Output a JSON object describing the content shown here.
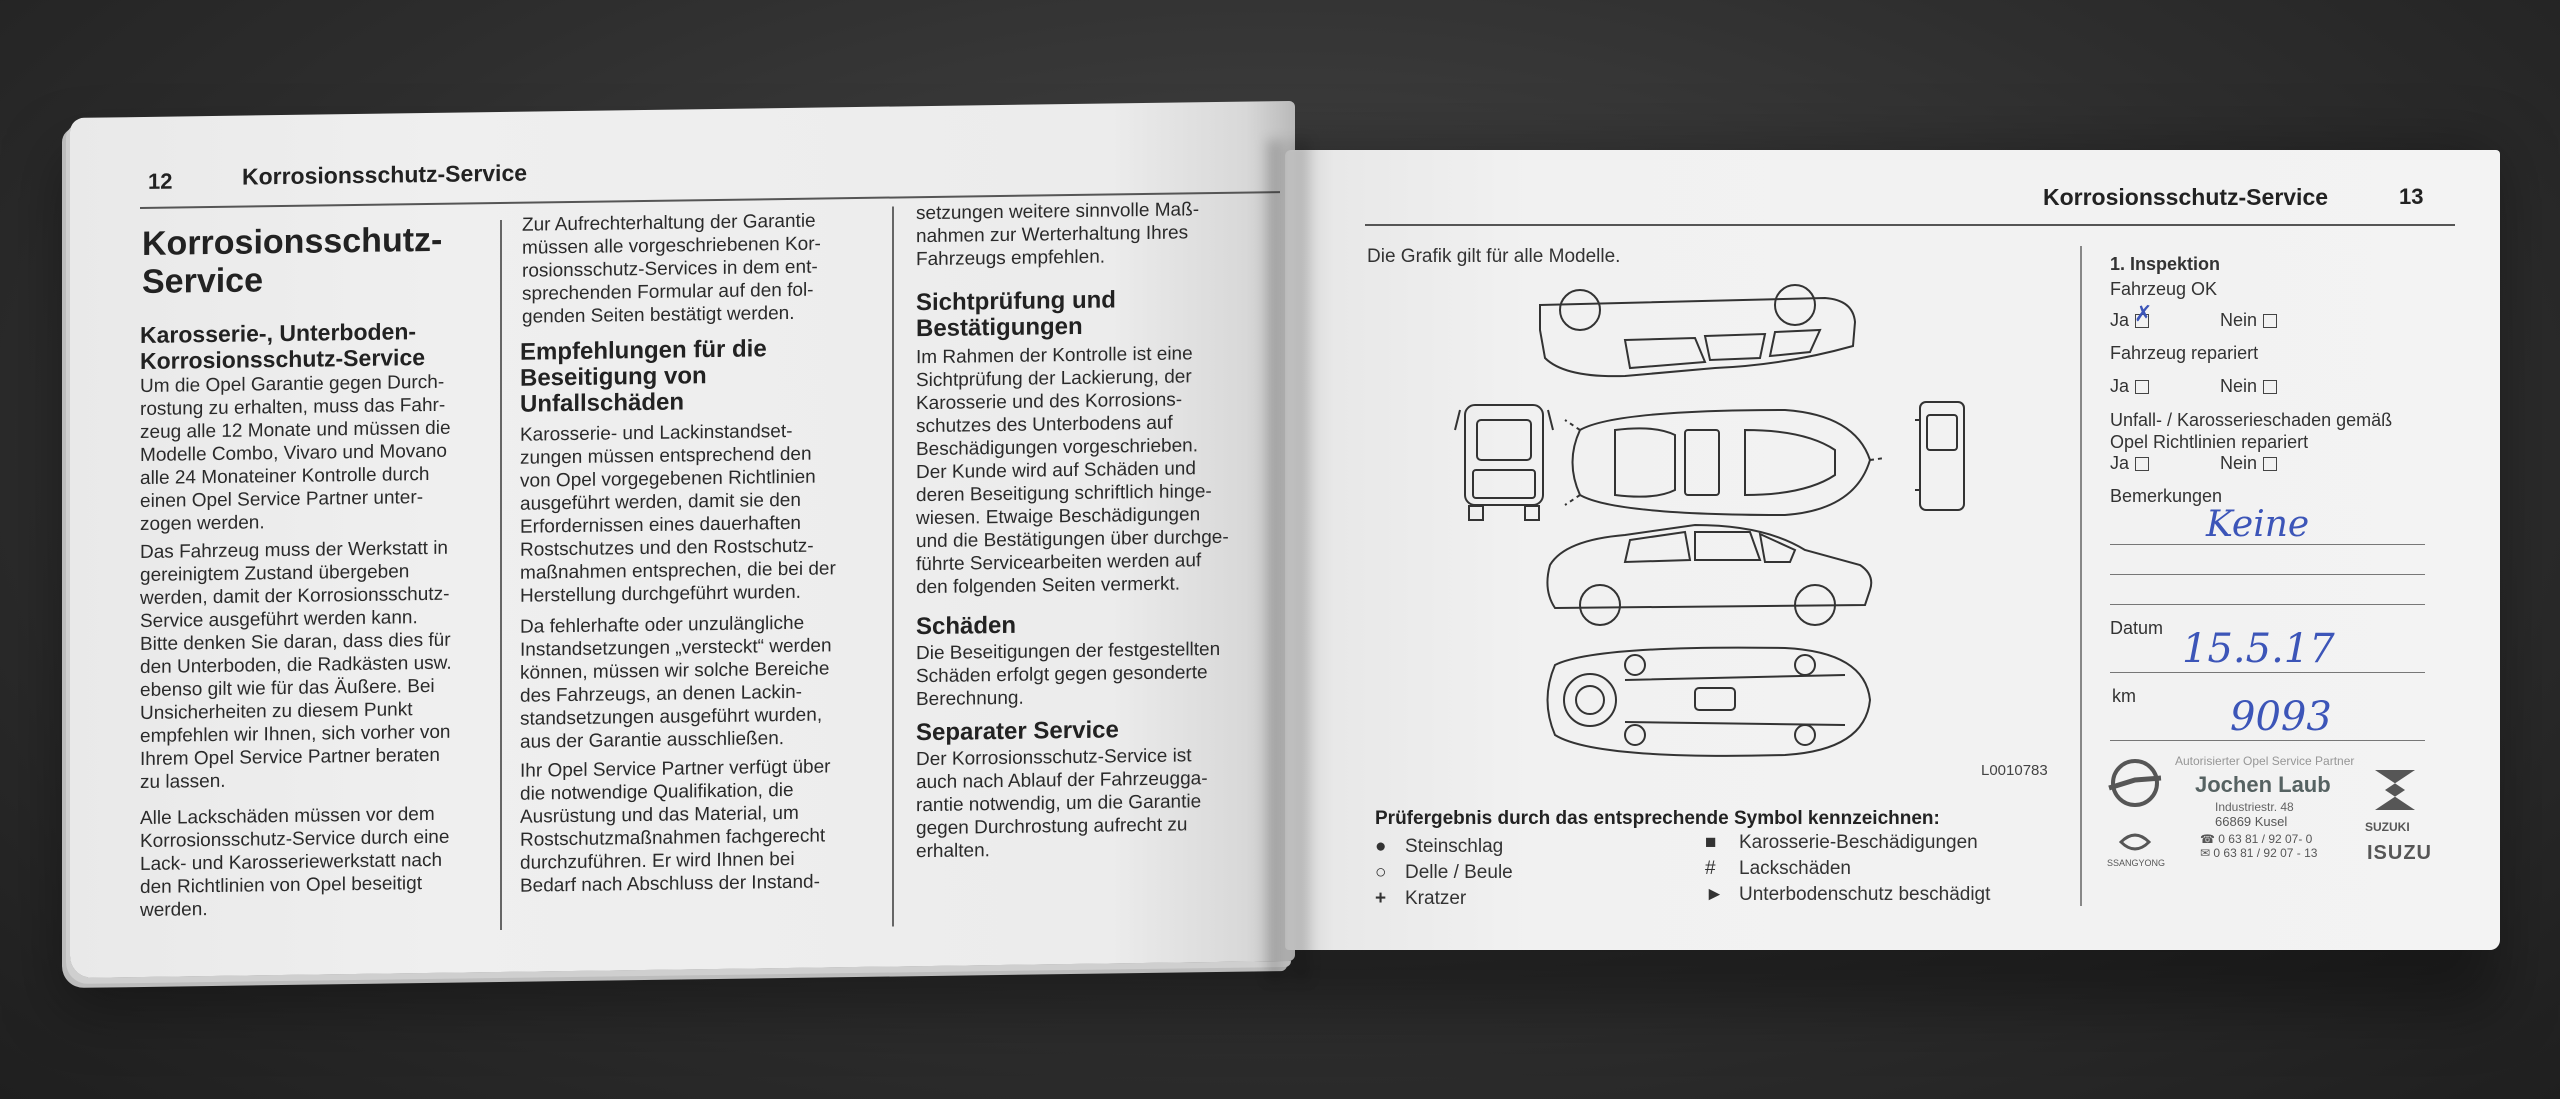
{
  "left_page": {
    "page_number": "12",
    "header": "Korrosionsschutz-Service",
    "title": "Korrosionsschutz-\nService",
    "col1": {
      "heading": "Karosserie-, Unterboden-\nKorrosionsschutz-Service",
      "p1": "Um die Opel Garantie gegen Durch-\nrostung zu erhalten, muss das Fahr-\nzeug alle 12 Monate und müssen die\nModelle Combo, Vivaro und Movano\nalle 24 Monateiner Kontrolle durch\neinen Opel Service Partner unter-\nzogen werden.",
      "p2": "Das Fahrzeug muss der Werkstatt in\ngereinigtem Zustand übergeben\nwerden, damit der Korrosionsschutz-\nService ausgeführt werden kann.\nBitte denken Sie daran, dass dies für\nden Unterboden, die Radkästen usw.\nebenso gilt wie für das Äußere. Bei\nUnsicherheiten zu diesem Punkt\nempfehlen wir Ihnen, sich vorher von\nIhrem Opel Service Partner beraten\nzu lassen.",
      "p3": "Alle Lackschäden müssen vor dem\nKorrosionsschutz-Service durch eine\nLack- und Karosseriewerkstatt nach\nden Richtlinien von Opel beseitigt\nwerden."
    },
    "col2": {
      "p1": "Zur Aufrechterhaltung der Garantie\nmüssen alle vorgeschriebenen Kor-\nrosionsschutz-Services in dem ent-\nsprechenden Formular auf den fol-\ngenden Seiten bestätigt werden.",
      "heading": "Empfehlungen für die\nBeseitigung von\nUnfallschäden",
      "p2": "Karosserie- und Lackinstandset-\nzungen müssen entsprechend den\nvon Opel vorgegebenen Richtlinien\nausgeführt werden, damit sie den\nErfordernissen eines dauerhaften\nRostschutzes und den Rostschutz-\nmaßnahmen entsprechen, die bei der\nHerstellung durchgeführt wurden.",
      "p3": "Da fehlerhafte oder unzulängliche\nInstandsetzungen „versteckt“ werden\nkönnen, müssen wir solche Bereiche\ndes Fahrzeugs, an denen Lackin-\nstandsetzungen ausgeführt wurden,\naus der Garantie ausschließen.",
      "p4": "Ihr Opel Service Partner verfügt über\ndie notwendige Qualifikation, die\nAusrüstung und das Material, um\nRostschutzmaßnahmen fachgerecht\ndurchzuführen. Er wird Ihnen bei\nBedarf nach Abschluss der Instand-"
    },
    "col3": {
      "p1": "setzungen weitere sinnvolle Maß-\nnahmen zur Werterhaltung Ihres\nFahrzeugs empfehlen.",
      "h1": "Sichtprüfung und\nBestätigungen",
      "p2": "Im Rahmen der Kontrolle ist eine\nSichtprüfung der Lackierung, der\nKarosserie und des Korrosions-\nschutzes des Unterbodens auf\nBeschädigungen vorgeschrieben.\nDer Kunde wird auf Schäden und\nderen Beseitigung schriftlich hinge-\nwiesen. Etwaige Beschädigungen\nund die Bestätigungen über durchge-\nführte Servicearbeiten werden auf\nden folgenden Seiten vermerkt.",
      "h2": "Schäden",
      "p3": "Die Beseitigungen der festgestellten\nSchäden erfolgt gegen gesonderte\nBerechnung.",
      "h3": "Separater Service",
      "p4": "Der Korrosionsschutz-Service ist\nauch nach Ablauf der Fahrzeugga-\nrantie notwendig, um die Garantie\ngegen Durchrostung aufrecht zu\nerhalten."
    }
  },
  "right_page": {
    "header": "Korrosionsschutz-Service",
    "page_number": "13",
    "caption": "Die Grafik gilt für alle Modelle.",
    "figure_code": "L0010783",
    "legend_title": "Prüfergebnis durch das entsprechende Symbol kennzeichnen:",
    "legend_left": [
      {
        "symbol": "●",
        "label": "Steinschlag"
      },
      {
        "symbol": "○",
        "label": "Delle / Beule"
      },
      {
        "symbol": "+",
        "label": "Kratzer"
      }
    ],
    "legend_right": [
      {
        "symbol": "■",
        "label": "Karosserie-Beschädigungen"
      },
      {
        "symbol": "#",
        "label": "Lackschäden"
      },
      {
        "symbol": "►",
        "label": "Unterbodenschutz beschädigt"
      }
    ],
    "form": {
      "title": "1. Inspektion",
      "q1": "Fahrzeug OK",
      "q2": "Fahrzeug repariert",
      "q3": "Unfall- / Karosserieschaden gemäß\nOpel Richtlinien repariert",
      "yes": "Ja",
      "no": "Nein",
      "remarks_label": "Bemerkungen",
      "remarks_value": "Keine",
      "date_label": "Datum",
      "date_value": "15.5.17",
      "km_label": "km",
      "km_value": "9093"
    },
    "stamp": {
      "line1": "Autorisierter Opel Service Partner",
      "name": "Jochen Laub",
      "street": "Industriestr. 48",
      "city": "66869 Kusel",
      "phone": "☎ 0 63 81 / 92 07- 0",
      "fax": "✉ 0 63 81 / 92 07 - 13",
      "brand_left": "SSANGYONG",
      "brand_right1": "SUZUKI",
      "brand_right2": "ISUZU"
    }
  }
}
